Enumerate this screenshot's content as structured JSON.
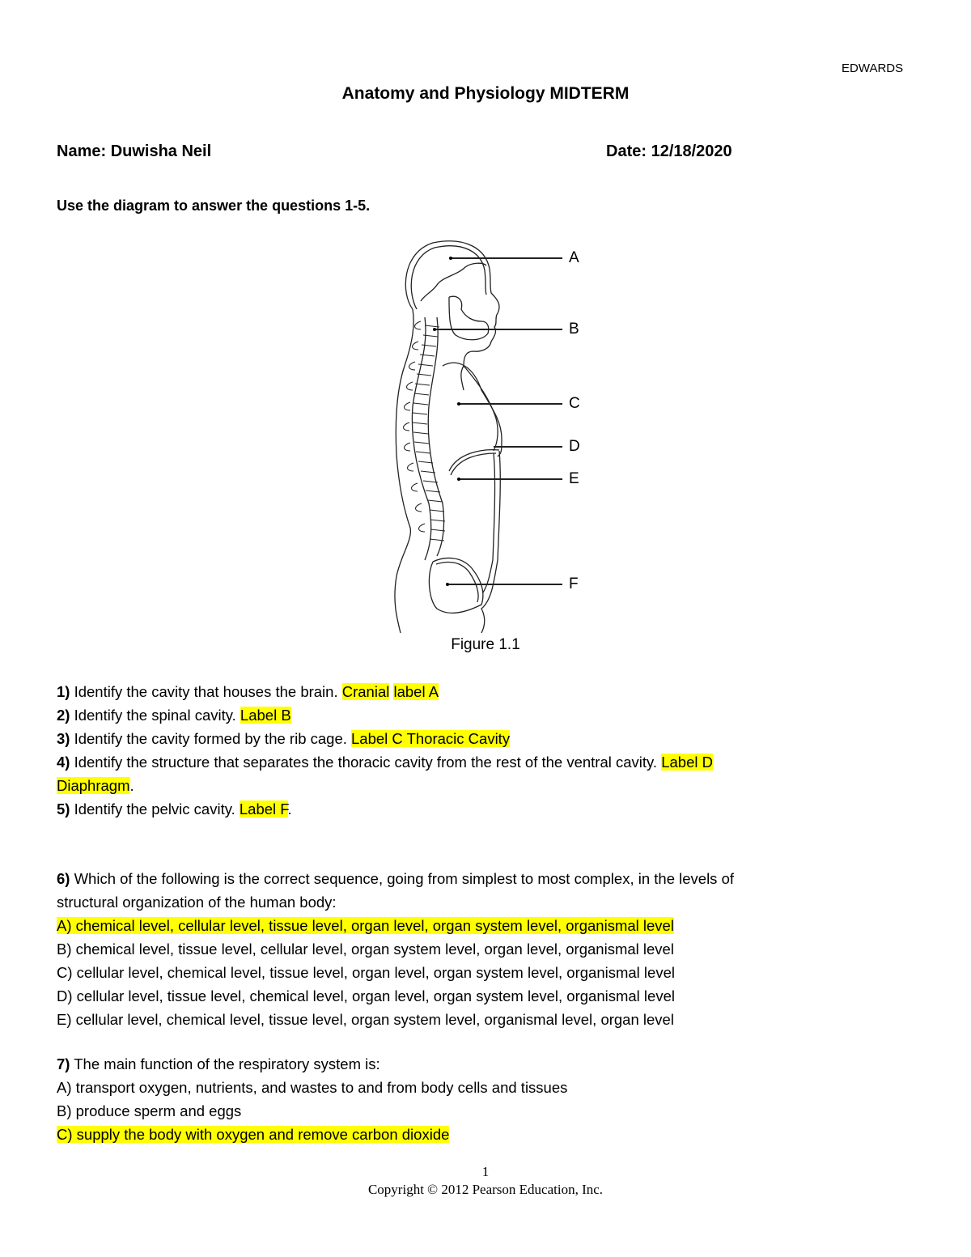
{
  "header": {
    "author_tag": "EDWARDS"
  },
  "title": "Anatomy and Physiology MIDTERM",
  "name_label": "Name: Duwisha Neil",
  "date_label": "Date: 12/18/2020",
  "instruction": "Use the diagram to answer the questions 1-5.",
  "figure": {
    "caption": "Figure 1.1",
    "labels": [
      "A",
      "B",
      "C",
      "D",
      "E",
      "F"
    ]
  },
  "questions_1_5": [
    {
      "num": "1)",
      "text": " Identify the cavity that houses the brain. ",
      "answer_parts": [
        "Cranial",
        "label A"
      ]
    },
    {
      "num": "2)",
      "text": " Identify the spinal cavity. ",
      "answer_parts": [
        "Label B"
      ]
    },
    {
      "num": "3)",
      "text": " Identify the cavity formed by the rib cage. ",
      "answer_parts": [
        "Label C Thoracic Cavity"
      ]
    },
    {
      "num": "4)",
      "text": " Identify the structure that separates the thoracic cavity from the rest of the ventral cavity. ",
      "answer_parts": [
        "Label D"
      ],
      "continuation": "Diaphragm",
      "continuation_suffix": "."
    },
    {
      "num": "5)",
      "text": " Identify the pelvic cavity. ",
      "answer_parts": [
        "Label F"
      ],
      "suffix": "."
    }
  ],
  "question_6": {
    "num": "6)",
    "text_line1": " Which of the following is the correct sequence, going from simplest to most complex, in the levels of",
    "text_line2": "structural organization of the human body:",
    "options": [
      {
        "text": "A) chemical level, cellular level, tissue level, organ level, organ system level, organismal level",
        "highlighted": true
      },
      {
        "text": "B) chemical level, tissue level, cellular level, organ system level, organ level, organismal level",
        "highlighted": false
      },
      {
        "text": "C) cellular level, chemical level, tissue level, organ level, organ system level, organismal level",
        "highlighted": false
      },
      {
        "text": "D) cellular level, tissue level, chemical level, organ level, organ system level, organismal level",
        "highlighted": false
      },
      {
        "text": "E) cellular level, chemical level, tissue level, organ system level, organismal level, organ level",
        "highlighted": false
      }
    ]
  },
  "question_7": {
    "num": "7)",
    "text": " The main function of the respiratory system is:",
    "options": [
      {
        "text": "A) transport oxygen, nutrients, and wastes to and from body cells and tissues",
        "highlighted": false
      },
      {
        "text": "B) produce sperm and eggs",
        "highlighted": false
      },
      {
        "text": "C) supply the body with oxygen and remove carbon dioxide",
        "highlighted": true
      }
    ]
  },
  "footer": {
    "page_number": "1",
    "copyright": "Copyright © 2012 Pearson Education, Inc."
  },
  "colors": {
    "highlight": "#ffff00",
    "text": "#000000"
  }
}
